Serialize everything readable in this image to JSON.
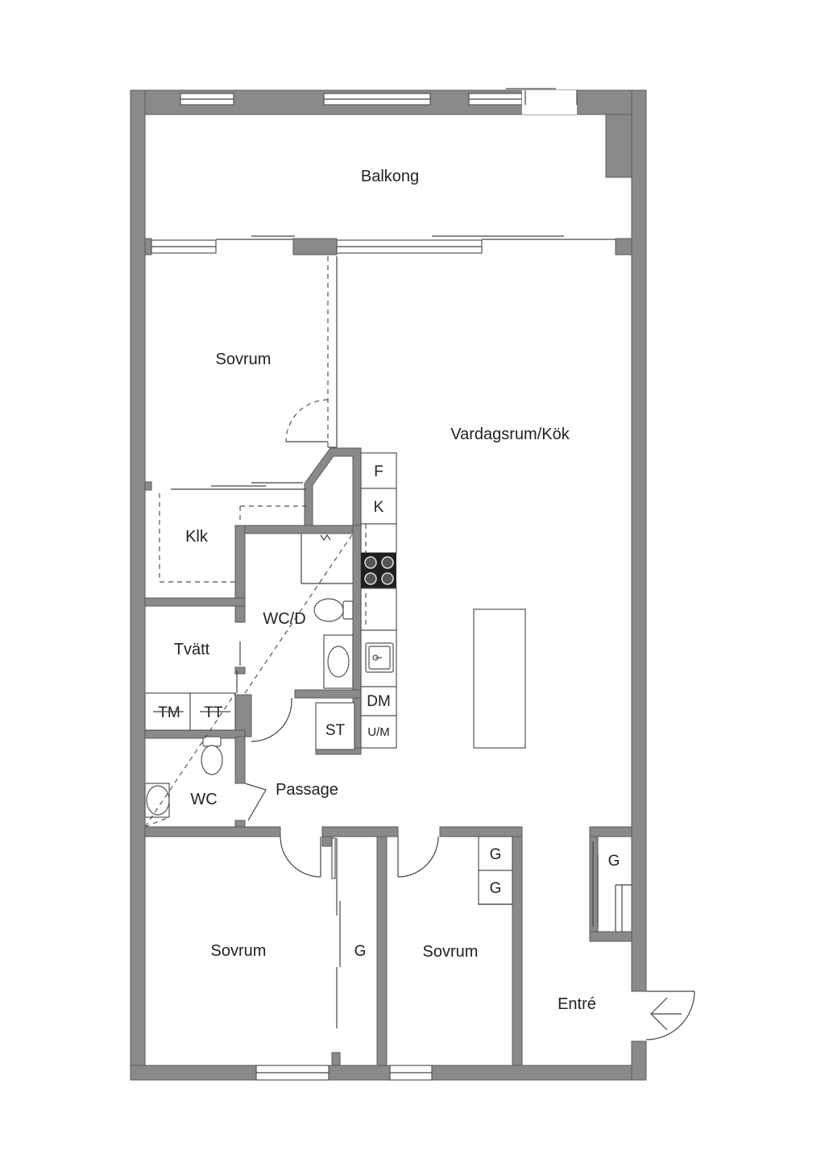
{
  "rooms": {
    "balkong": "Balkong",
    "sovrum_top": "Sovrum",
    "vardagsrum_kok": "Vardagsrum/Kök",
    "klk": "Klk",
    "wc_d": "WC/D",
    "tvatt": "Tvätt",
    "wc": "WC",
    "passage": "Passage",
    "sovrum_left": "Sovrum",
    "sovrum_mid": "Sovrum",
    "entre": "Entré"
  },
  "fixtures": {
    "fridge": "F",
    "freezer": "K",
    "dishwasher": "DM",
    "microwave": "U/M",
    "cleaning_closet": "ST",
    "washer": "TM",
    "dryer": "TT",
    "wardrobe_left": "G",
    "wardrobe_mid_1": "G",
    "wardrobe_mid_2": "G",
    "wardrobe_entre": "G"
  },
  "colors": {
    "wall": "#8a8a8a",
    "line": "#444444",
    "background": "#ffffff"
  },
  "icons": {
    "entrance": "arrow-left-icon",
    "stove": "stove-icon",
    "sink": "sink-icon",
    "toilet": "toilet-icon",
    "basin": "basin-icon"
  }
}
